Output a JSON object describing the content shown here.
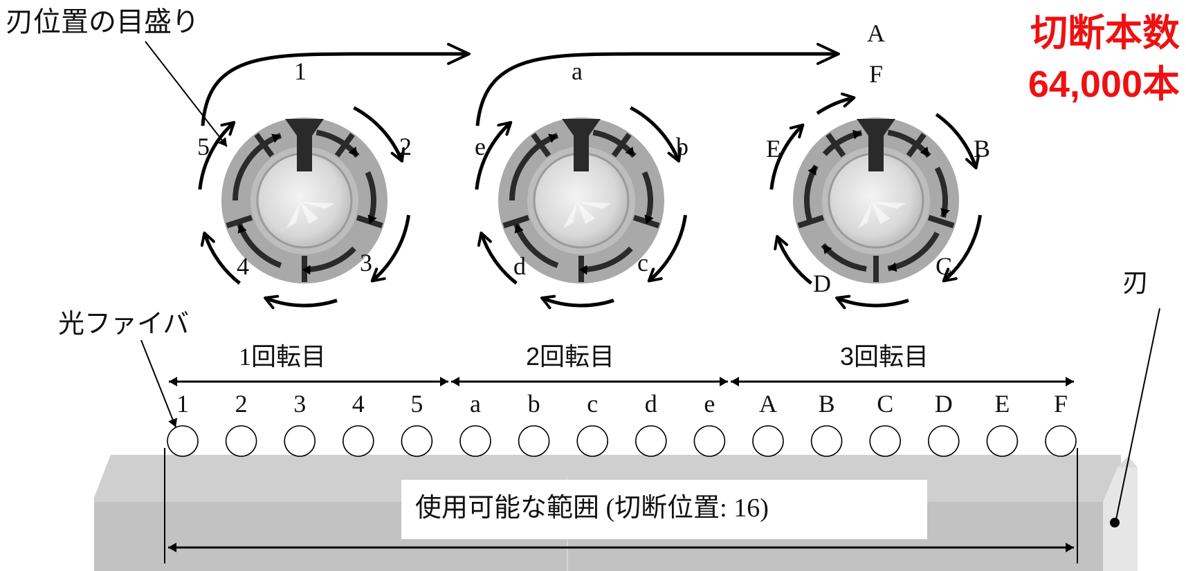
{
  "labels": {
    "scale_label": "刃位置の目盛り",
    "fiber_label": "光ファイバ",
    "blade_label": "刃",
    "usable_range_label": "使用可能な範囲 (切断位置: 16)",
    "cut_count_line1": "切断本数",
    "cut_count_line2": "64,000本"
  },
  "rotations": [
    {
      "label": "1回転目",
      "positions": [
        "1",
        "2",
        "3",
        "4",
        "5"
      ]
    },
    {
      "label": "2回転目",
      "positions": [
        "a",
        "b",
        "c",
        "d",
        "e"
      ]
    },
    {
      "label": "3回転目",
      "positions": [
        "A",
        "B",
        "C",
        "D",
        "E",
        "F"
      ]
    }
  ],
  "dials": [
    {
      "top": "1",
      "right": "2",
      "lower_right": "3",
      "lower_left": "4",
      "left": "5"
    },
    {
      "top": "a",
      "right": "b",
      "lower_right": "c",
      "lower_left": "d",
      "left": "e"
    },
    {
      "top": "A",
      "top_inner": "F",
      "right": "B",
      "lower_right": "C",
      "lower_left": "D",
      "left": "E"
    }
  ],
  "fibers": [
    "1",
    "2",
    "3",
    "4",
    "5",
    "a",
    "b",
    "c",
    "d",
    "e",
    "A",
    "B",
    "C",
    "D",
    "E",
    "F"
  ],
  "colors": {
    "accent_red": "#ee1111",
    "dial_outer": "#a9a9a9",
    "block_top": "#cfcfcf",
    "block_front": "#c2c2c2"
  }
}
